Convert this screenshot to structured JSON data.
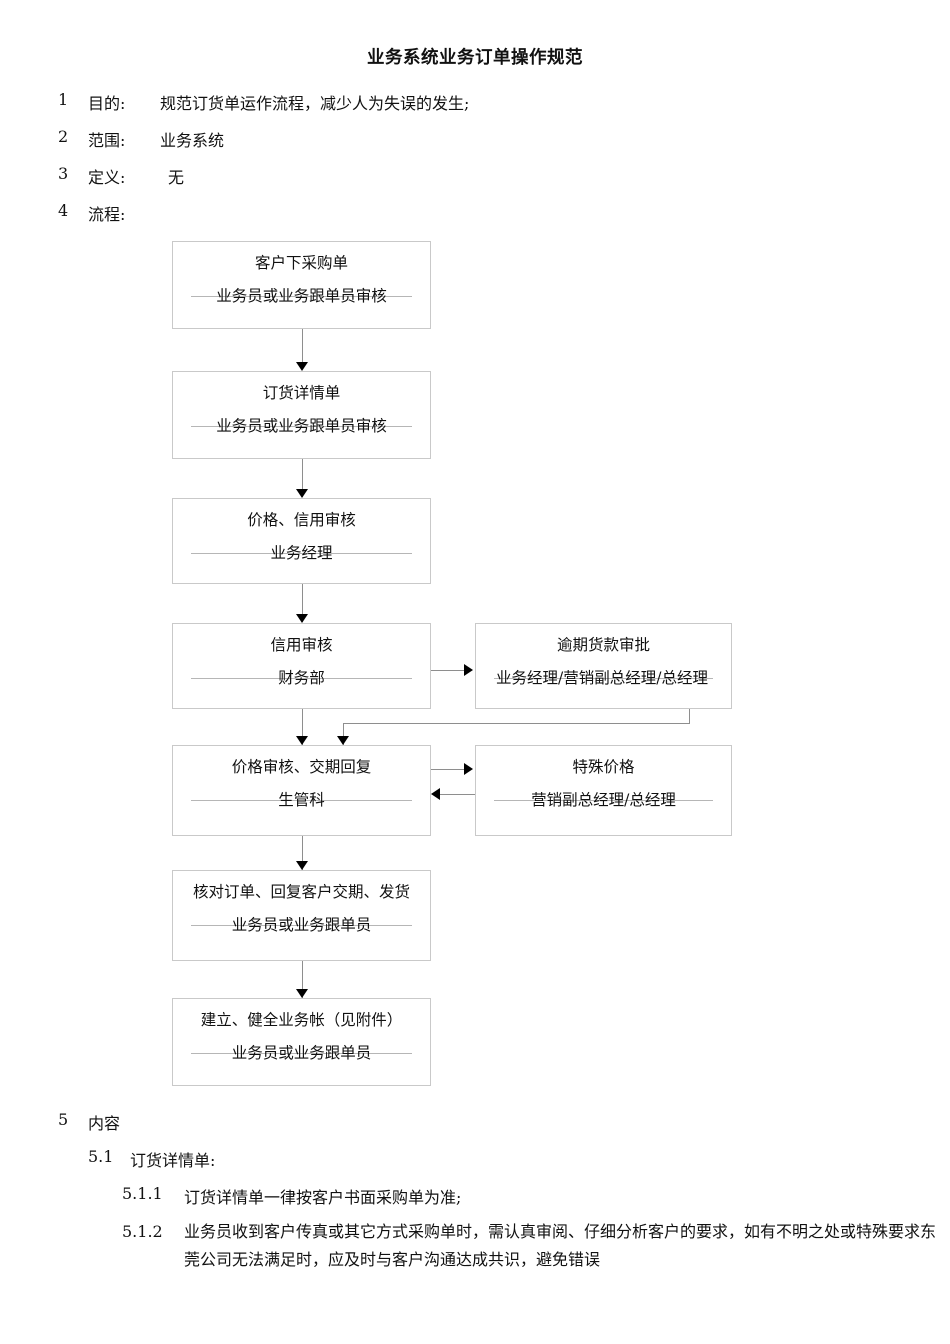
{
  "document": {
    "title": "业务系统业务订单操作规范"
  },
  "clauses": [
    {
      "num": "1",
      "label": "目的:",
      "value": "规范订货单运作流程，减少人为失误的发生;"
    },
    {
      "num": "2",
      "label": "范围:",
      "value": "业务系统"
    },
    {
      "num": "3",
      "label": "定义:",
      "value": "无"
    },
    {
      "num": "4",
      "label": "流程:",
      "value": ""
    }
  ],
  "flowchart": {
    "boxes": [
      {
        "id": "customer-po",
        "title": "客户下采购单",
        "sub": "业务员或业务跟单员审核"
      },
      {
        "id": "order-detail",
        "title": "订货详情单",
        "sub": "业务员或业务跟单员审核"
      },
      {
        "id": "price-credit-check",
        "title": "价格、信用审核",
        "sub": "业务经理"
      },
      {
        "id": "credit-check",
        "title": "信用审核",
        "sub": "财务部"
      },
      {
        "id": "overdue-approval",
        "title": "逾期货款审批",
        "sub": "业务经理/营销副总经理/总经理"
      },
      {
        "id": "price-delivery",
        "title": "价格审核、交期回复",
        "sub": "生管科"
      },
      {
        "id": "special-price",
        "title": "特殊价格",
        "sub": "营销副总经理/总经理"
      },
      {
        "id": "verify-ship",
        "title": "核对订单、回复客户交期、发货",
        "sub": "业务员或业务跟单员"
      },
      {
        "id": "build-ledger",
        "title": "建立、健全业务帐（见附件）",
        "sub": "业务员或业务跟单员"
      }
    ]
  },
  "content": {
    "section_num": "5",
    "section_title": "内容",
    "sub_num": "5.1",
    "sub_title": "订货详情单:",
    "items": [
      {
        "num": "5.1.1",
        "text": "订货详情单一律按客户书面采购单为准;"
      },
      {
        "num": "5.1.2",
        "text": "业务员收到客户传真或其它方式采购单时，需认真审阅、仔细分析客户的要求，如有不明之处或特殊要求东莞公司无法满足时，应及时与客户沟通达成共识，避免错误"
      }
    ]
  },
  "colors": {
    "text": "#111111",
    "box_border": "#c9c9c9",
    "rule": "#b6b6b6",
    "connector": "#8e8e8e",
    "arrow": "#000000",
    "background": "#ffffff"
  }
}
